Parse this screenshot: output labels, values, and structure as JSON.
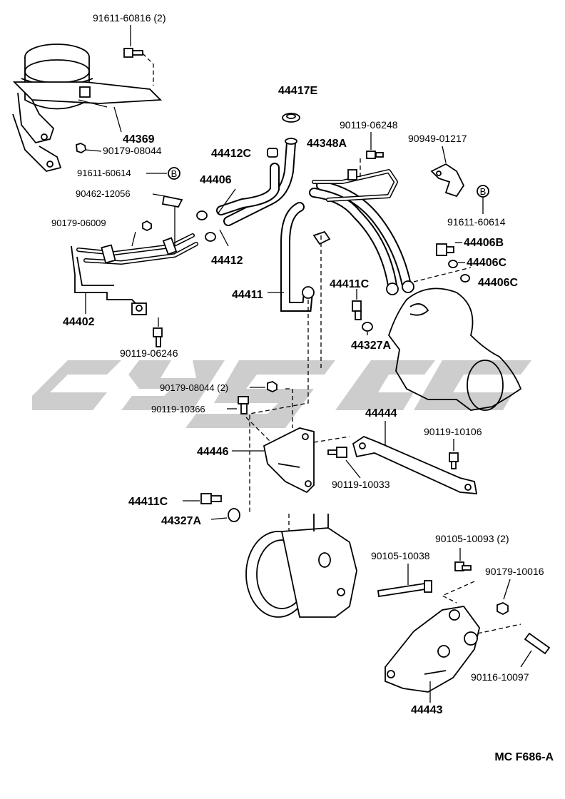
{
  "diagram_code": "MC F686-A",
  "callout_mark": "B",
  "labels": {
    "p91611_60816": "91611-60816 (2)",
    "p44369": "44369",
    "p90179_08044_top": "90179-08044",
    "p91611_60614_left": "91611-60614",
    "p90462_12056": "90462-12056",
    "p90179_06009": "90179-06009",
    "p44402": "44402",
    "p90119_06246": "90119-06246",
    "p44417E": "44417E",
    "p44412C": "44412C",
    "p44348A": "44348A",
    "p44406": "44406",
    "p44412": "44412",
    "p44411": "44411",
    "p90119_06248": "90119-06248",
    "p90949_01217": "90949-01217",
    "p91611_60614_right": "91611-60614",
    "p44406B": "44406B",
    "p44406C_a": "44406C",
    "p44406C_b": "44406C",
    "p44411C_top": "44411C",
    "p44327A_top": "44327A",
    "p90179_08044_2": "90179-08044 (2)",
    "p90119_10366": "90119-10366",
    "p44446": "44446",
    "p44444": "44444",
    "p90119_10106": "90119-10106",
    "p90119_10033": "90119-10033",
    "p44411C_bot": "44411C",
    "p44327A_bot": "44327A",
    "p90105_10093": "90105-10093 (2)",
    "p90105_10038": "90105-10038",
    "p90179_10016": "90179-10016",
    "p90116_10097": "90116-10097",
    "p44443": "44443"
  }
}
